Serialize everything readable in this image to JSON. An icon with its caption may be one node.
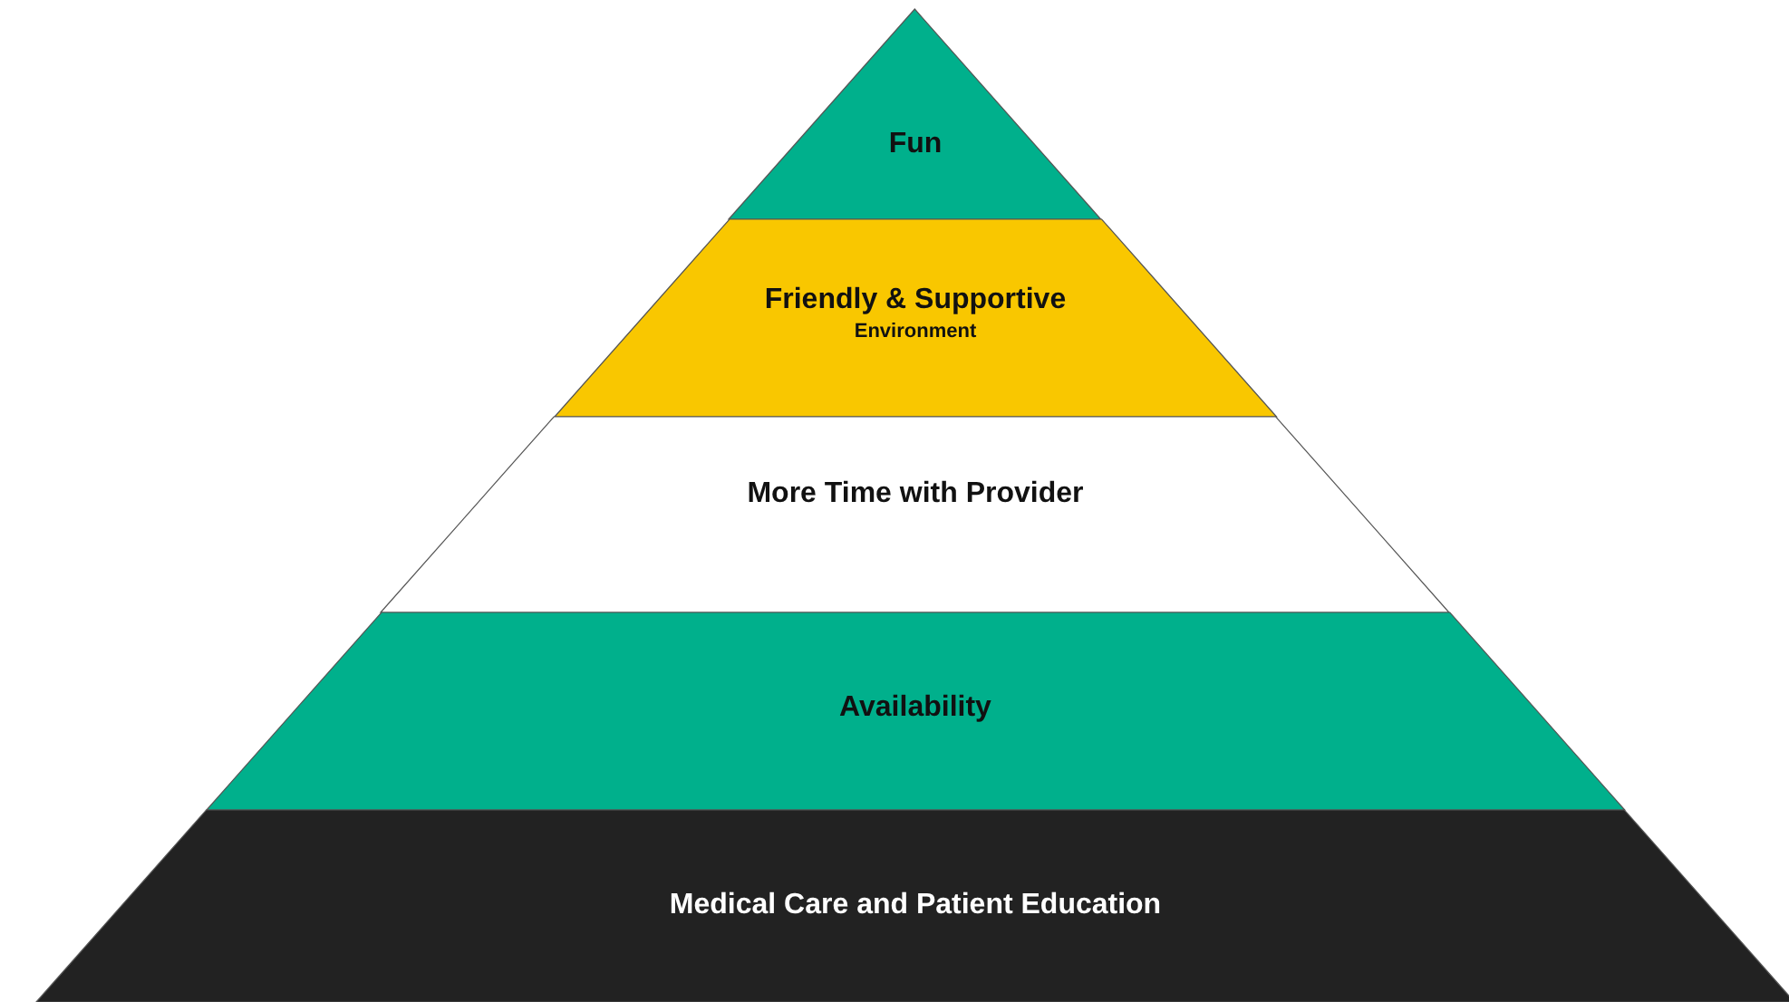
{
  "diagram": {
    "nodes": [
      {
        "text": [
          "Fun"
        ]
      },
      {
        "text": [
          "Friendly & Supportive",
          "Environment"
        ]
      },
      {
        "text": [
          "More Time with Provider"
        ]
      },
      {
        "text": [
          "Availability"
        ]
      },
      {
        "text": [
          "Medical Care and Patient Education"
        ]
      }
    ]
  }
}
